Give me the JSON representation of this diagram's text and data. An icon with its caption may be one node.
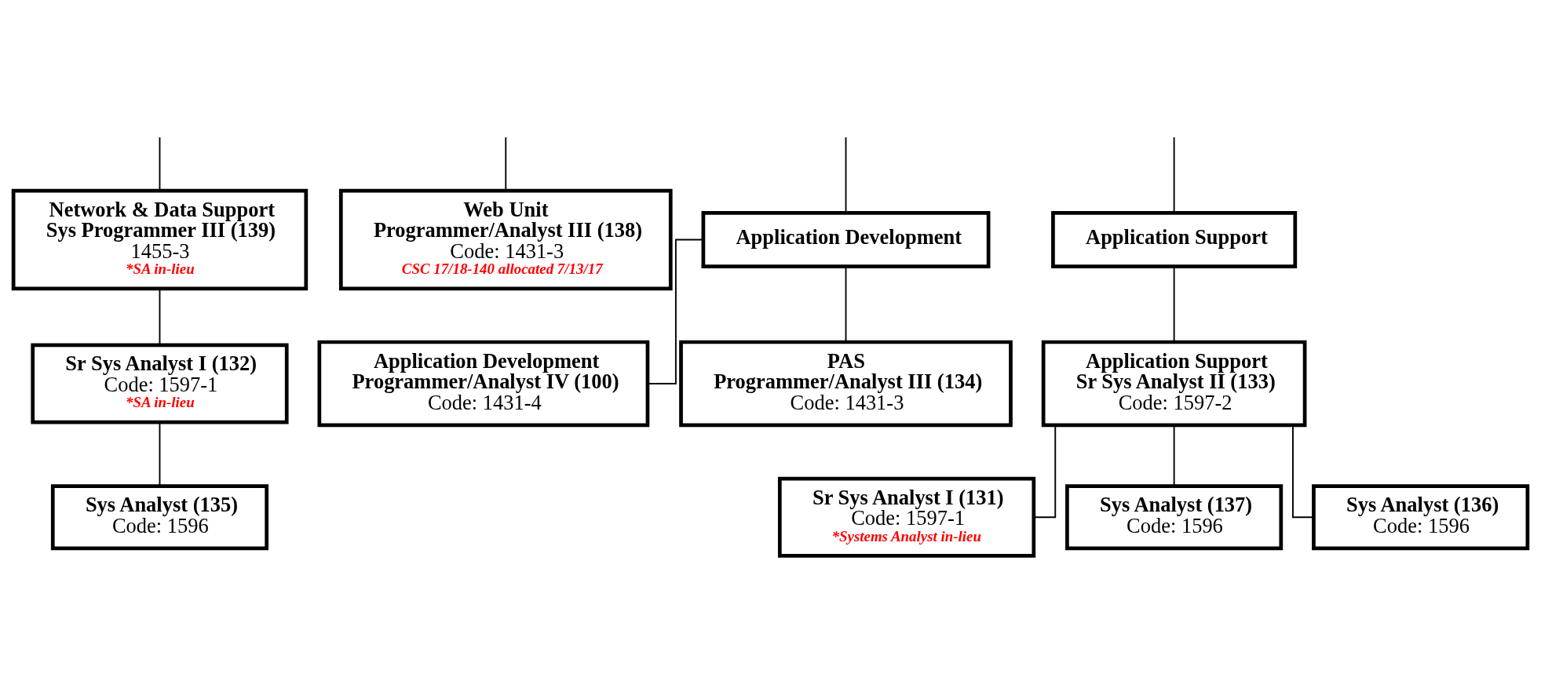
{
  "diagram": {
    "nodes": [
      {
        "text": [
          "Network & Data Support",
          "Sys Programmer III (139)",
          "1455-3",
          "*SA in-lieu"
        ]
      },
      {
        "text": [
          "Web Unit",
          "Programmer/Analyst III (138)",
          "Code: 1431-3",
          "CSC 17/18-140 allocated 7/13/17"
        ]
      },
      {
        "text": [
          "Application Development"
        ]
      },
      {
        "text": [
          "Application Support"
        ]
      },
      {
        "text": [
          "Sr Sys Analyst I (132)",
          "Code: 1597-1",
          "*SA in-lieu"
        ]
      },
      {
        "text": [
          "Sys Analyst (135)",
          "Code: 1596"
        ]
      },
      {
        "text": [
          "Application Development",
          "Programmer/Analyst IV (100)",
          "Code: 1431-4"
        ]
      },
      {
        "text": [
          "PAS",
          "Programmer/Analyst III (134)",
          "Code: 1431-3"
        ]
      },
      {
        "text": [
          "Application Support",
          "Sr Sys Analyst II (133)",
          "Code: 1597-2"
        ]
      },
      {
        "text": [
          "Sr Sys Analyst I (131)",
          "Code: 1597-1",
          "*Systems Analyst in-lieu"
        ]
      },
      {
        "text": [
          "Sys Analyst (137)",
          "Code: 1596"
        ]
      },
      {
        "text": [
          "Sys Analyst (136)",
          "Code: 1596"
        ]
      }
    ],
    "edges": [
      {
        "from": null,
        "to": 0,
        "arrow": "none"
      },
      {
        "from": null,
        "to": 1,
        "arrow": "none"
      },
      {
        "from": null,
        "to": 2,
        "arrow": "none"
      },
      {
        "from": null,
        "to": 3,
        "arrow": "none"
      },
      {
        "from": 0,
        "to": 4,
        "arrow": "none"
      },
      {
        "from": 4,
        "to": 5,
        "arrow": "none"
      },
      {
        "from": 2,
        "to": 6,
        "arrow": "none"
      },
      {
        "from": 2,
        "to": 7,
        "arrow": "none"
      },
      {
        "from": 3,
        "to": 8,
        "arrow": "none"
      },
      {
        "from": 8,
        "to": 9,
        "arrow": "none"
      },
      {
        "from": 8,
        "to": 10,
        "arrow": "none"
      },
      {
        "from": 8,
        "to": 11,
        "arrow": "none"
      }
    ]
  }
}
